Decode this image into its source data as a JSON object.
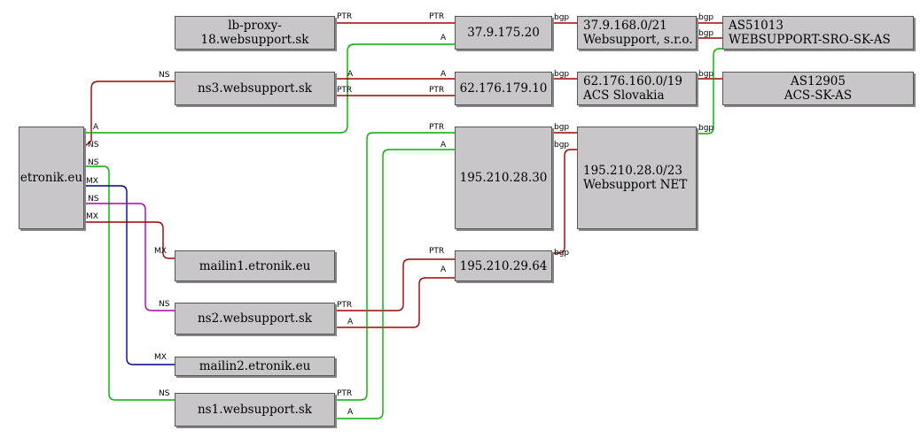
{
  "nodes": {
    "etronik": "etronik.eu",
    "lb_proxy": "lb-proxy-18.websupport.sk",
    "ns3": "ns3.websupport.sk",
    "ns2": "ns2.websupport.sk",
    "ns1": "ns1.websupport.sk",
    "mailin1": "mailin1.etronik.eu",
    "mailin2": "mailin2.etronik.eu",
    "ip_37_175_20": "37.9.175.20",
    "ip_62_179_10": "62.176.179.10",
    "ip_195_28_30": "195.210.28.30",
    "ip_195_29_64": "195.210.29.64",
    "net_37": [
      "37.9.168.0/21",
      "Websupport, s.r.o."
    ],
    "net_62": [
      "62.176.160.0/19",
      "ACS Slovakia"
    ],
    "net_195": [
      "195.210.28.0/23",
      "Websupport NET"
    ],
    "as_51013": [
      "AS51013",
      "WEBSUPPORT-SRO-SK-AS"
    ],
    "as_12905": [
      "AS12905",
      "ACS-SK-AS"
    ]
  },
  "edge_labels": {
    "ns": "NS",
    "mx": "MX",
    "a": "A",
    "ptr": "PTR",
    "bgp": "bgp"
  },
  "colors": {
    "ns_red": "#a00000",
    "green": "#00b000",
    "mx_blue": "#000090",
    "magenta": "#b000b0",
    "box_fill": "#c8c6c8"
  }
}
